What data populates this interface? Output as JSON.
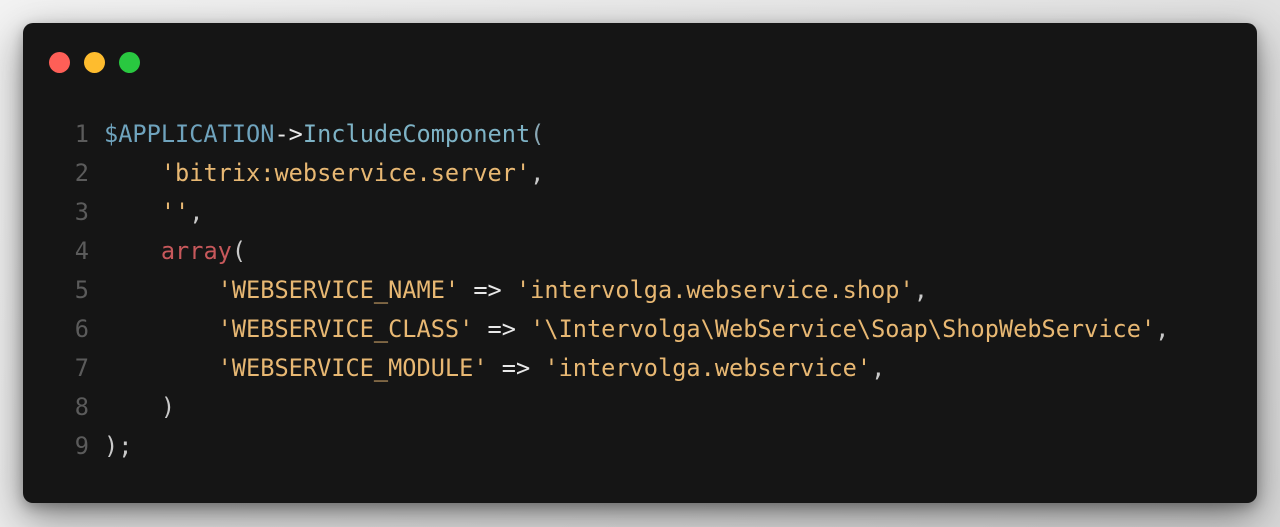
{
  "window": {
    "controls": [
      {
        "name": "close",
        "color": "#fe5f57"
      },
      {
        "name": "minimize",
        "color": "#febc2e"
      },
      {
        "name": "maximize",
        "color": "#29c840"
      }
    ],
    "background": "#151515"
  },
  "code": {
    "language": "php",
    "lines": [
      {
        "number": "1",
        "tokens": [
          {
            "type": "var",
            "text": "$APPLICATION"
          },
          {
            "type": "op",
            "text": "->"
          },
          {
            "type": "fn",
            "text": "IncludeComponent"
          },
          {
            "type": "paren-blue",
            "text": "("
          }
        ]
      },
      {
        "number": "2",
        "tokens": [
          {
            "type": "plain",
            "text": "    "
          },
          {
            "type": "str",
            "text": "'bitrix:webservice.server'"
          },
          {
            "type": "punct",
            "text": ","
          }
        ]
      },
      {
        "number": "3",
        "tokens": [
          {
            "type": "plain",
            "text": "    "
          },
          {
            "type": "str",
            "text": "''"
          },
          {
            "type": "punct",
            "text": ","
          }
        ]
      },
      {
        "number": "4",
        "tokens": [
          {
            "type": "plain",
            "text": "    "
          },
          {
            "type": "kw",
            "text": "array"
          },
          {
            "type": "punct",
            "text": "("
          }
        ]
      },
      {
        "number": "5",
        "tokens": [
          {
            "type": "plain",
            "text": "        "
          },
          {
            "type": "str",
            "text": "'WEBSERVICE_NAME'"
          },
          {
            "type": "op",
            "text": " => "
          },
          {
            "type": "str",
            "text": "'intervolga.webservice.shop'"
          },
          {
            "type": "punct",
            "text": ","
          }
        ]
      },
      {
        "number": "6",
        "tokens": [
          {
            "type": "plain",
            "text": "        "
          },
          {
            "type": "str",
            "text": "'WEBSERVICE_CLASS'"
          },
          {
            "type": "op",
            "text": " => "
          },
          {
            "type": "str",
            "text": "'\\Intervolga\\WebService\\Soap\\ShopWebService'"
          },
          {
            "type": "punct",
            "text": ","
          }
        ]
      },
      {
        "number": "7",
        "tokens": [
          {
            "type": "plain",
            "text": "        "
          },
          {
            "type": "str",
            "text": "'WEBSERVICE_MODULE'"
          },
          {
            "type": "op",
            "text": " => "
          },
          {
            "type": "str",
            "text": "'intervolga.webservice'"
          },
          {
            "type": "punct",
            "text": ","
          }
        ]
      },
      {
        "number": "8",
        "tokens": [
          {
            "type": "plain",
            "text": "    "
          },
          {
            "type": "punct",
            "text": ")"
          }
        ]
      },
      {
        "number": "9",
        "tokens": [
          {
            "type": "punct",
            "text": ");"
          }
        ]
      }
    ]
  }
}
